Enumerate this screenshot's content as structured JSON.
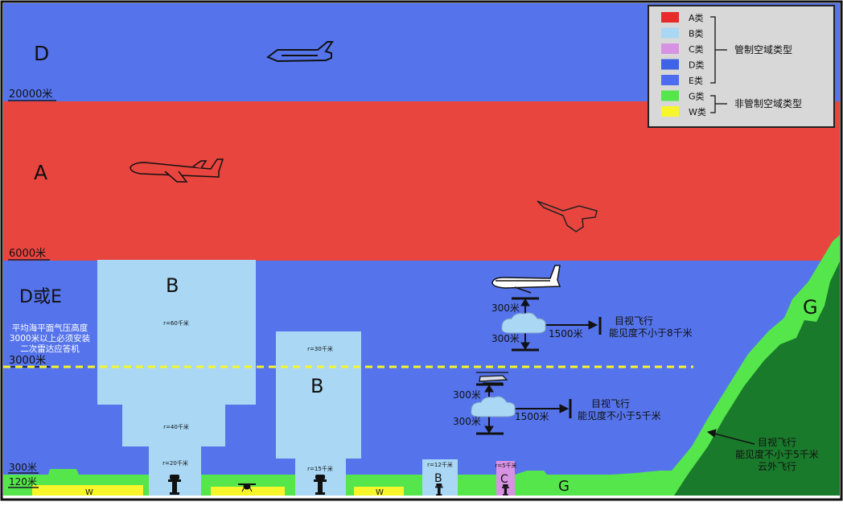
{
  "colors": {
    "class_a": "#E8453F",
    "class_b": "#A9D7F4",
    "class_c": "#D792E3",
    "class_d": "#5574EB",
    "class_e": "#4D6CF0",
    "class_g": "#55E64B",
    "class_g_dark": "#1A7A2B",
    "class_w": "#F6F62A",
    "legend_bg": "#D8D8D8"
  },
  "zones": {
    "top": "D",
    "middle": "A",
    "lower": "D或E",
    "b_large": "B",
    "b_mid": "B",
    "b_small": "B",
    "c_small": "C",
    "g_ground": "G",
    "g_mountain": "G",
    "w1": "W",
    "w2": "W"
  },
  "altitudes": {
    "alt_20000": "20000米",
    "alt_6000": "6000米",
    "alt_3000": "3000米",
    "alt_300": "300米",
    "alt_120": "120米"
  },
  "transponder_note": [
    "平均海平面气压高度",
    "3000米以上必须安装",
    "二次雷达应答机"
  ],
  "radii": {
    "r60": "r=60千米",
    "r40": "r=40千米",
    "r20": "r=20千米",
    "r30": "r=30千米",
    "r15": "r=15千米",
    "r12": "r=12千米",
    "r5": "r=5千米"
  },
  "vfr_upper": {
    "above": "300米",
    "below": "300米",
    "horizontal": "1500米",
    "line1": "目视飞行",
    "line2": "能见度不小于8千米"
  },
  "vfr_lower": {
    "above": "300米",
    "below": "300米",
    "horizontal": "1500米",
    "line1": "目视飞行",
    "line2": "能见度不小于5千米"
  },
  "vfr_g": [
    "目视飞行",
    "能见度不小于5千米",
    "云外飞行"
  ],
  "legend": {
    "items": [
      {
        "label": "A类",
        "color": "#E82A2A"
      },
      {
        "label": "B类",
        "color": "#A9D7F4"
      },
      {
        "label": "C类",
        "color": "#D792E3"
      },
      {
        "label": "D类",
        "color": "#3F63E6"
      },
      {
        "label": "E类",
        "color": "#4D6CF0"
      },
      {
        "label": "G类",
        "color": "#55E64B"
      },
      {
        "label": "W类",
        "color": "#F6F62A"
      }
    ],
    "controlled": "管制空域类型",
    "uncontrolled": "非管制空域类型"
  }
}
